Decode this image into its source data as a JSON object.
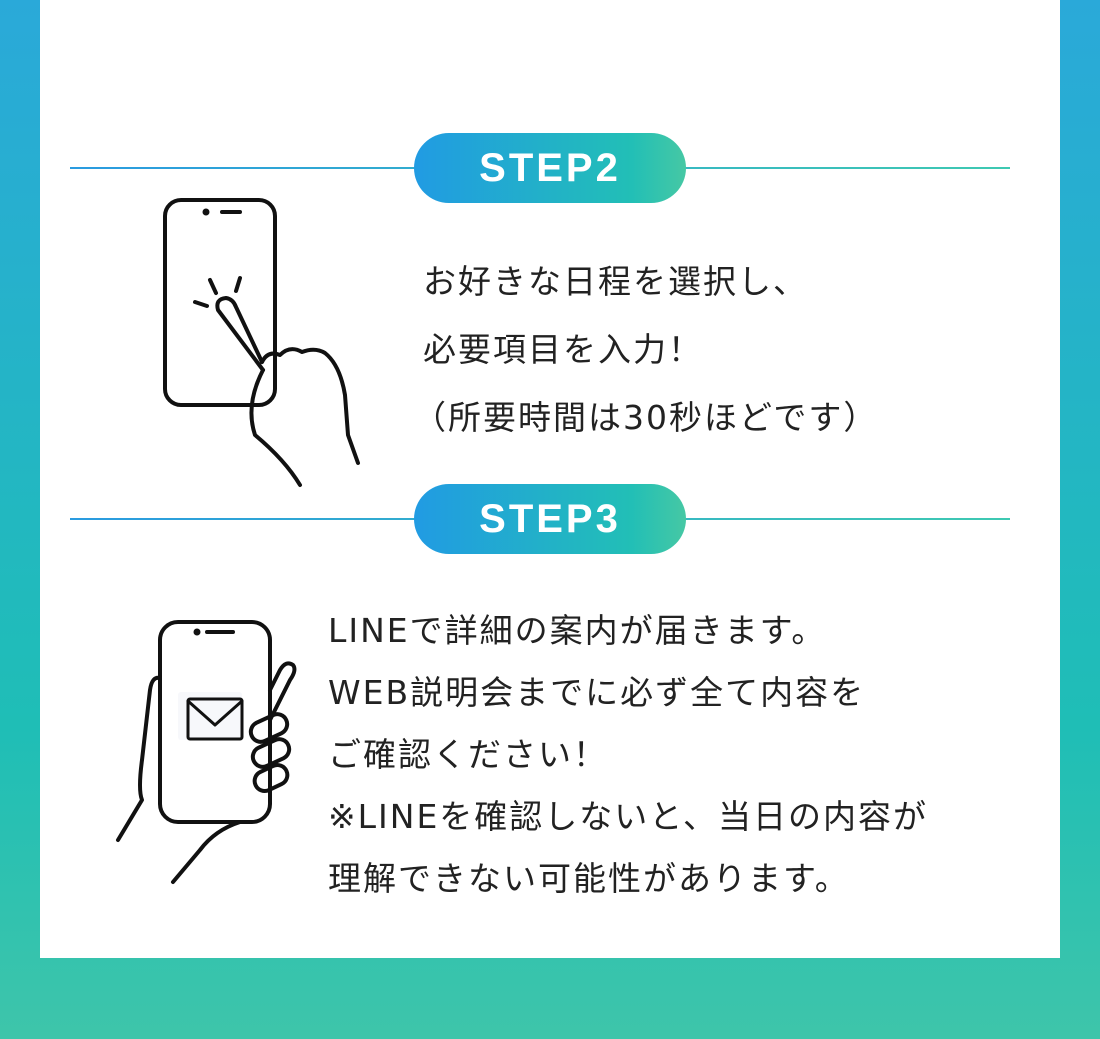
{
  "step2": {
    "label": "STEP2",
    "lines": [
      "お好きな日程を選択し、",
      "必要項目を入力！",
      "（所要時間は30秒ほどです）"
    ]
  },
  "step3": {
    "label": "STEP3",
    "lines": [
      "LINEで詳細の案内が届きます。",
      "WEB説明会までに必ず全て内容を",
      "ご確認ください！",
      "※LINEを確認しないと、当日の内容が",
      "理解できない可能性があります。"
    ]
  }
}
